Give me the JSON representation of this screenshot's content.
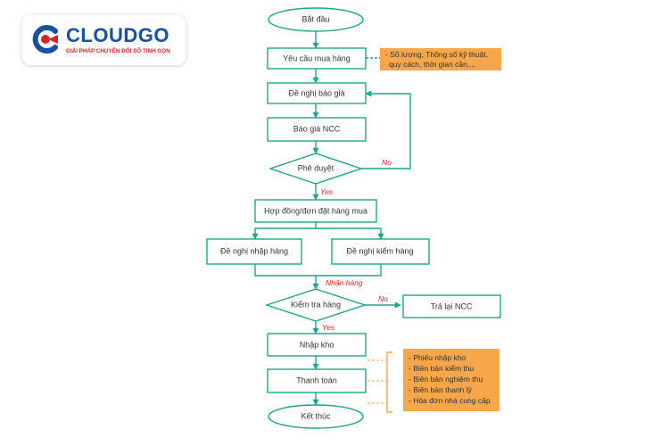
{
  "logo": {
    "name": "CLOUDGO",
    "tagline": "GIẢI PHÁP CHUYỂN ĐỔI SỐ TINH GỌN"
  },
  "nodes": {
    "start": "Bắt đầu",
    "purchase_request": "Yêu cầu mua hàng",
    "quote_request": "Đề nghị báo giá",
    "supplier_quote": "Báo giá NCC",
    "approval": "Phê duyệt",
    "contract": "Hợp đồng/đơn đặt hàng mua",
    "receipt_request": "Đề nghị nhập hàng",
    "inspection_request": "Đề nghị kiểm hàng",
    "inspect_goods": "Kiểm tra hàng",
    "return_supplier": "Trả lại NCC",
    "warehouse_entry": "Nhập kho",
    "payment": "Thanh toán",
    "end": "Kết thúc"
  },
  "edge_labels": {
    "approval_no": "No",
    "approval_yes": "Yes",
    "receive_goods": "Nhận hàng",
    "inspect_no": "No",
    "inspect_yes": "Yes"
  },
  "notes": {
    "request_details": [
      "- Số lượng, Thông số kỹ thuật,",
      "quy cách, thời gian cần,..."
    ],
    "documents": [
      "- Phiếu nhập kho",
      "- Biên bản kiểm thu",
      "- Biên bản nghiệm thu",
      "- Biên bản thanh lý",
      "- Hóa đơn nhà cung cấp"
    ]
  },
  "colors": {
    "stroke": "#1fa58c",
    "note_fill": "#f7a64a",
    "label_red": "#d8252a",
    "brand_blue": "#1b4fa3",
    "brand_red": "#d8252a"
  }
}
